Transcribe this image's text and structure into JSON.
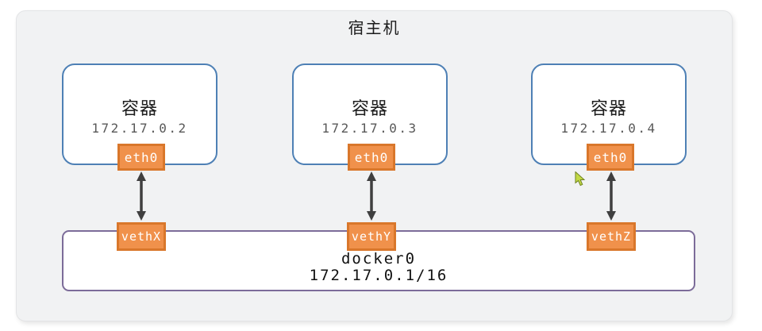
{
  "host": {
    "title": "宿主机"
  },
  "containers": [
    {
      "label": "容器",
      "ip": "172.17.0.2",
      "interface": "eth0",
      "veth": "vethX"
    },
    {
      "label": "容器",
      "ip": "172.17.0.3",
      "interface": "eth0",
      "veth": "vethY"
    },
    {
      "label": "容器",
      "ip": "172.17.0.4",
      "interface": "eth0",
      "veth": "vethZ"
    }
  ],
  "bridge": {
    "name": "docker0",
    "cidr": "172.17.0.1/16"
  },
  "icons": {
    "connection": "double-headed-arrow-icon",
    "cursor": "mouse-pointer-icon"
  },
  "colors": {
    "host_fill": "#F1F2F3",
    "container_border": "#4E80B5",
    "bridge_border": "#7C6C99",
    "badge_fill": "#F0914B",
    "badge_border": "#D9772B",
    "badge_text": "#FFFFFF",
    "ip_text": "#585858",
    "arrow": "#3F3F3F",
    "cursor_fill": "#C3D945"
  }
}
